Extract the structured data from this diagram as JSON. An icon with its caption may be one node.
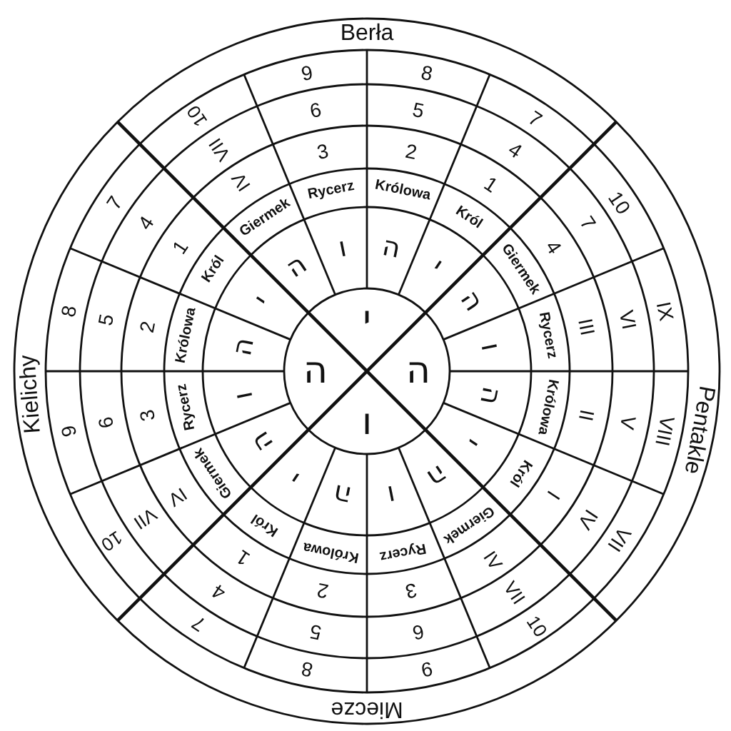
{
  "diagram": {
    "labels": [
      "Berła",
      "Pentakle",
      "Miecze",
      "Kielichy",
      "IV VII 10",
      "9",
      "6",
      "3",
      "8",
      "5",
      "2",
      "7",
      "4",
      "1",
      "10",
      "7",
      "4",
      "IX",
      "VI",
      "III",
      "VIII",
      "V",
      "II",
      "VII",
      "IV",
      "I",
      "IV VII 10",
      "9",
      "6",
      "3",
      "8",
      "5",
      "2",
      "7",
      "4",
      "1",
      "IV VII 10",
      "9",
      "6",
      "3",
      "8",
      "5",
      "2",
      "7",
      "4",
      "1",
      "Giermek",
      "Rycerz",
      "Królowa",
      "Król",
      "Giermek",
      "Rycerz",
      "Królowa",
      "Król",
      "Giermek",
      "Rycerz",
      "Królowa",
      "Król",
      "Giermek",
      "Rycerz",
      "Królowa",
      "Król",
      "ה",
      "ו",
      "ה",
      "י",
      "ה",
      "ו",
      "ה",
      "י",
      "ה",
      "ו",
      "ה",
      "י",
      "ה",
      "ו",
      "ה",
      "י",
      "י",
      "ה",
      "ו",
      "ה"
    ]
  }
}
